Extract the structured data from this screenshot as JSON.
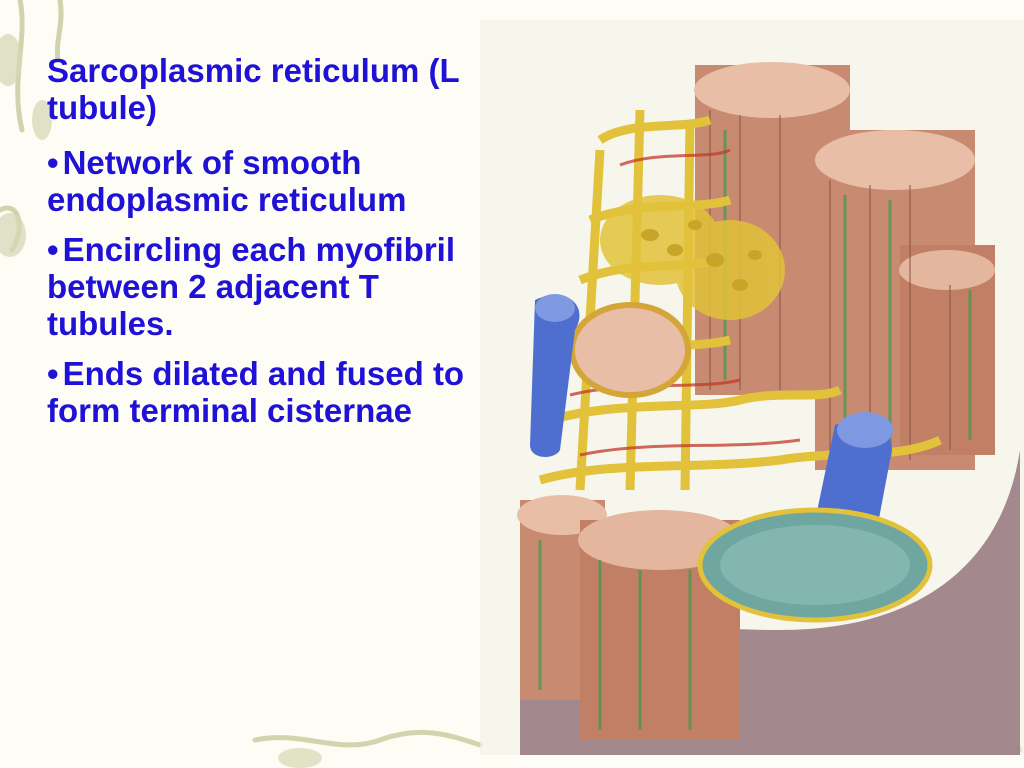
{
  "slide": {
    "heading": "Sarcoplasmic reticulum (L tubule)",
    "bullets": [
      {
        "text": "Network of smooth endoplasmic reticulum"
      },
      {
        "text": "Encircling each myofibril between 2 adjacent T tubules."
      },
      {
        "text": "Ends dilated and fused to form terminal cisternae"
      }
    ]
  },
  "colors": {
    "text": "#1f12d6",
    "background": "#fdfdf6",
    "vine": "#b7c08a",
    "reticulum": "#e2c23a",
    "fibril": "#c98a72",
    "t_tubule": "#4f6fd0",
    "nucleus": "#6fa6a0"
  },
  "icons": {
    "bullet": "bullet-dot-icon",
    "illustration": "muscle-fiber-illustration"
  }
}
